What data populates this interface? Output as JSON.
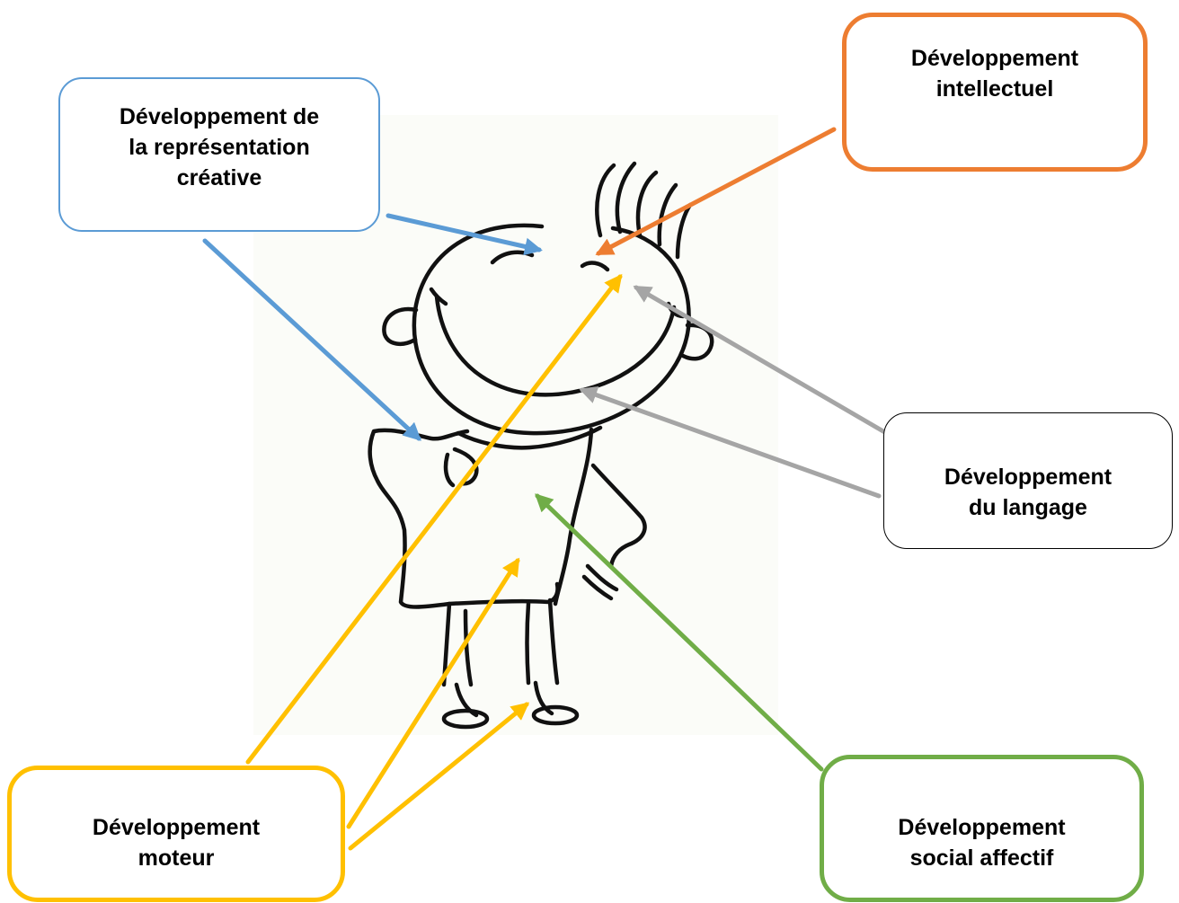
{
  "labels": {
    "creative": "Développement de\nla représentation\ncréative",
    "intellect": "Développement\nintellectuel",
    "language": "Développement\ndu langage",
    "motor": "Développement\nmoteur",
    "social": "Développement\nsocial affectif"
  },
  "colors": {
    "creative": "#5b9bd5",
    "intellect": "#ed7d31",
    "language": "#a5a5a5",
    "motor": "#ffc000",
    "social": "#70ad47"
  },
  "illustration": "child-drawing-icon"
}
